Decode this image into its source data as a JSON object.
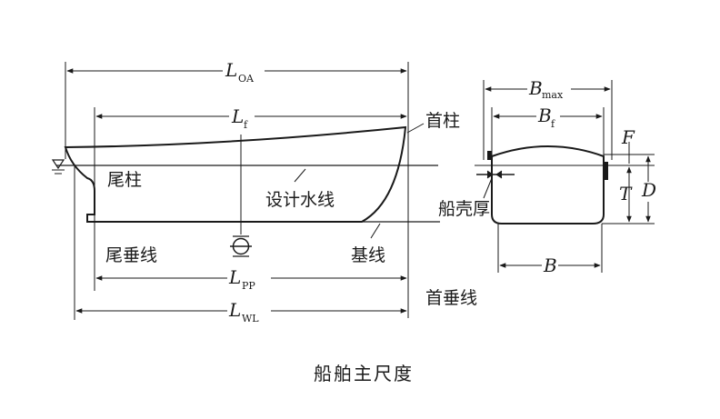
{
  "caption": "船舶主尺度",
  "labels": {
    "stern_post": "尾柱",
    "design_waterline": "设计水线",
    "stem_post": "首柱",
    "aft_perpendicular": "尾垂线",
    "baseline": "基线",
    "forward_perpendicular": "首垂线",
    "shell_thickness": "船壳厚"
  },
  "dimensions": {
    "loa": {
      "symbol": "L",
      "subscript": "OA"
    },
    "lf": {
      "symbol": "L",
      "subscript": "f"
    },
    "lpp": {
      "symbol": "L",
      "subscript": "PP"
    },
    "lwl": {
      "symbol": "L",
      "subscript": "WL"
    },
    "bmax": {
      "symbol": "B",
      "subscript": "max"
    },
    "bf": {
      "symbol": "B",
      "subscript": "f"
    },
    "b": {
      "symbol": "B"
    },
    "f": {
      "symbol": "F"
    },
    "t": {
      "symbol": "T"
    },
    "d": {
      "symbol": "D"
    }
  }
}
